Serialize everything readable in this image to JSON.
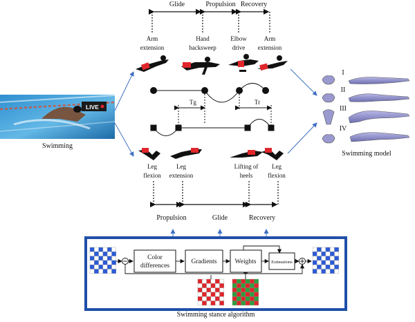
{
  "top_phases": [
    "Glide",
    "Propulsion",
    "Recovery"
  ],
  "arm_labels": [
    [
      "Arm",
      "extension"
    ],
    [
      "Hand",
      "backsweep"
    ],
    [
      "Elbow",
      "drive"
    ],
    [
      "Arm",
      "extension"
    ]
  ],
  "timing_labels": {
    "glide_time": "Tg",
    "recovery_time": "Tr"
  },
  "leg_labels": [
    [
      "Leg",
      "flexion"
    ],
    [
      "Leg",
      "extension"
    ],
    [
      "Lifting of",
      "heels"
    ],
    [
      "Leg",
      "flexion"
    ]
  ],
  "bottom_phases": [
    "Propulsion",
    "Glide",
    "Recovery"
  ],
  "photo": {
    "badge": "LIVE",
    "caption": "Swimming"
  },
  "model": {
    "stages": [
      "I",
      "II",
      "III",
      "IV"
    ],
    "caption": "Swimming model"
  },
  "algorithm": {
    "blocks": [
      [
        "Color",
        "differences"
      ],
      [
        "Gradients"
      ],
      [
        "Weights"
      ],
      [
        "Estimations"
      ]
    ],
    "caption": "Swimming stance algorithm",
    "border_color": "#1f4fa8"
  },
  "colors": {
    "arrow_blue": "#3f6fc4",
    "limb_red": "#e0262b",
    "pattern_blue": "#2c5bd8",
    "pattern_green": "#2e9e3e"
  }
}
